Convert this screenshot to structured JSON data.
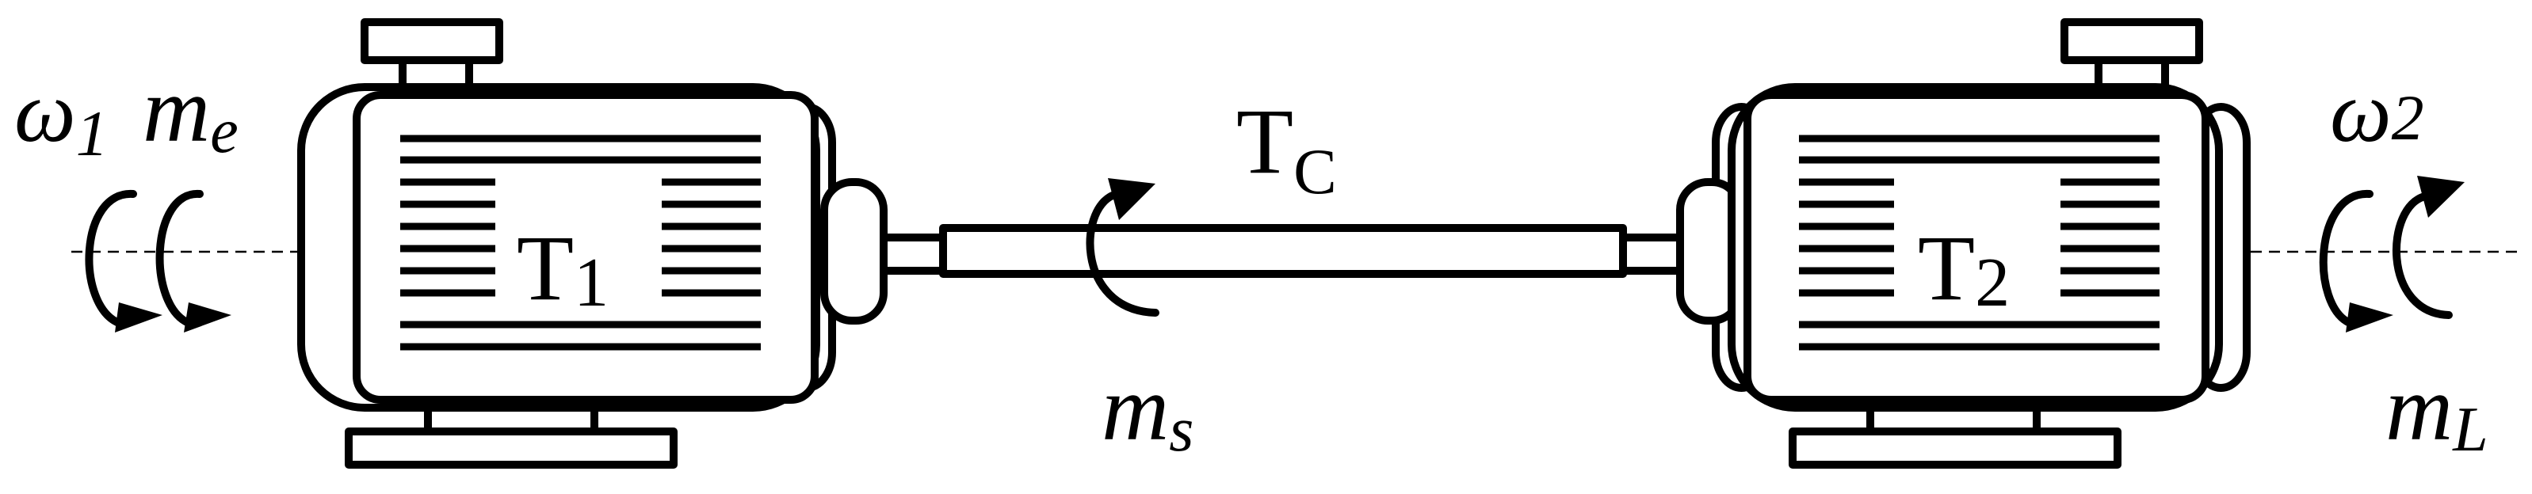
{
  "labels": {
    "motor1": {
      "base": "T",
      "sub": "1"
    },
    "motor2": {
      "base": "T",
      "sub": "2"
    },
    "shaft_torque": {
      "base": "T",
      "sub": "C"
    },
    "omega1": {
      "base": "ω",
      "sub": "1"
    },
    "me": {
      "base": "m",
      "sub": "e"
    },
    "omega2": {
      "base": "ω",
      "sub": "2"
    },
    "ms": {
      "base": "m",
      "sub": "s"
    },
    "mL": {
      "base": "m",
      "sub": "L"
    }
  }
}
